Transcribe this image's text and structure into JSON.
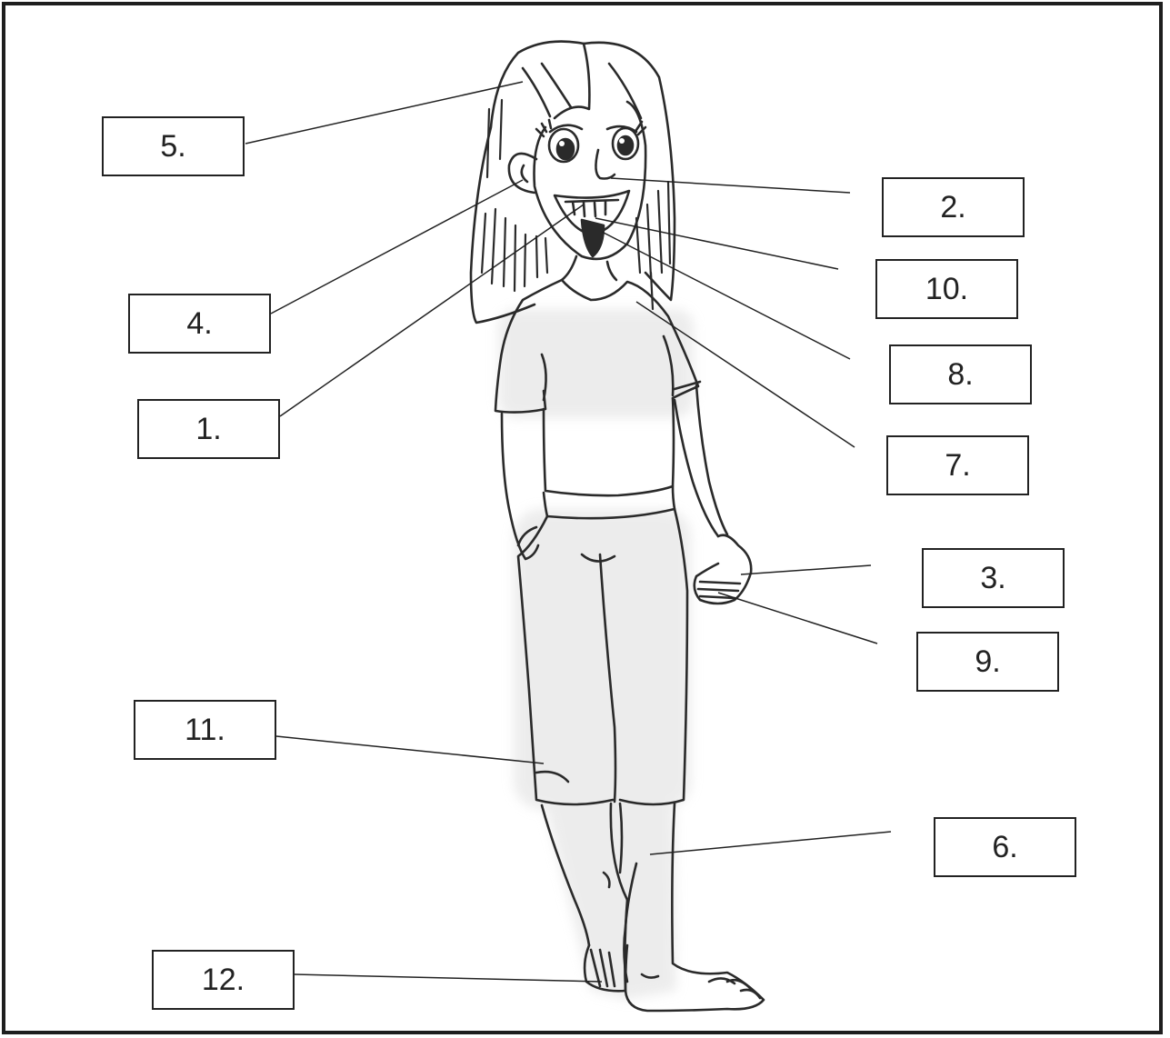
{
  "figure": {
    "subject": "cartoon girl standing, body parts labeled with numbered boxes",
    "colors": {
      "ink": "#222222",
      "frame": "#1e1e1e",
      "shade": "#dcdcdc"
    }
  },
  "labels": {
    "l1": "1.",
    "l2": "2.",
    "l3": "3.",
    "l4": "4.",
    "l5": "5.",
    "l6": "6.",
    "l7": "7.",
    "l8": "8.",
    "l9": "9.",
    "l10": "10.",
    "l11": "11.",
    "l12": "12."
  }
}
